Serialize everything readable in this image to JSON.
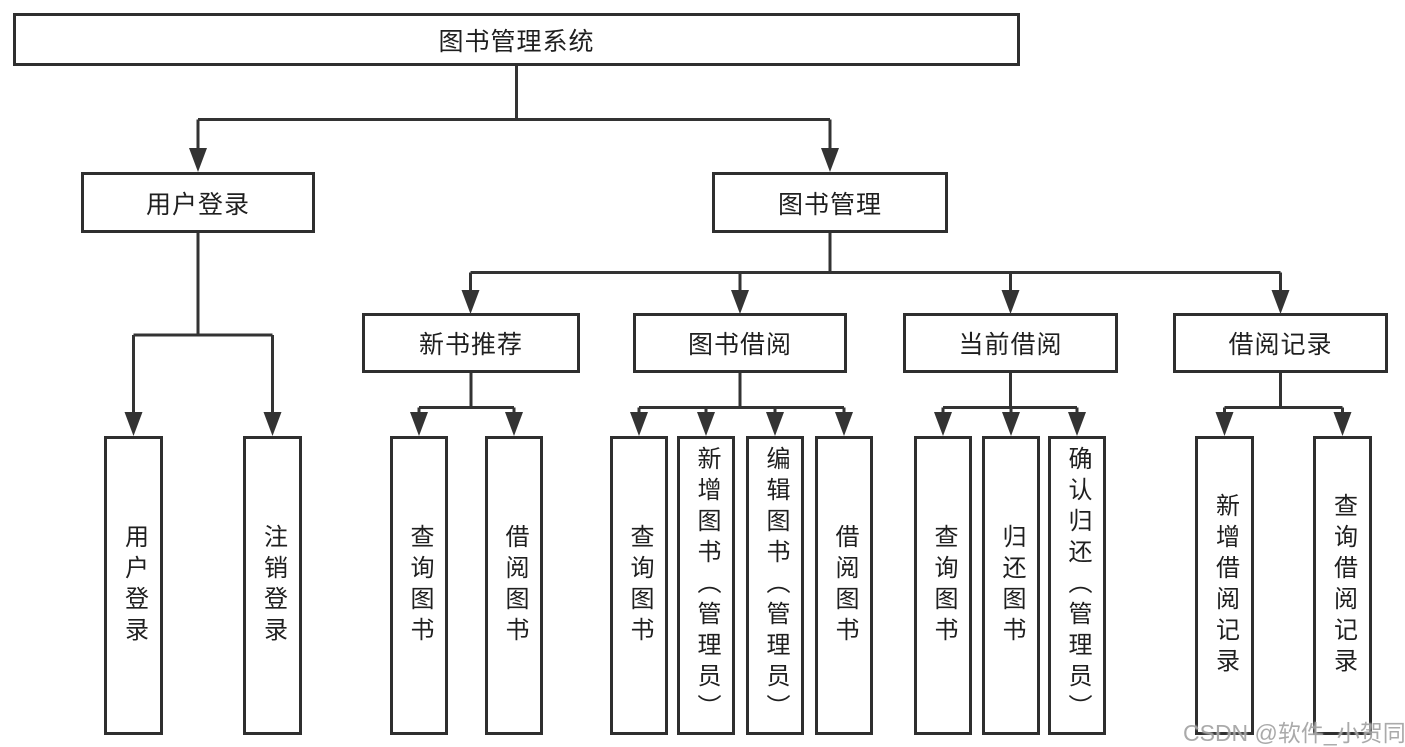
{
  "diagram": {
    "root": {
      "label": "图书管理系统"
    },
    "branches": [
      {
        "label": "用户登录",
        "children": [
          {
            "label": "用户登录"
          },
          {
            "label": "注销登录"
          }
        ]
      },
      {
        "label": "图书管理",
        "groups": [
          {
            "label": "新书推荐",
            "children": [
              {
                "label": "查询图书"
              },
              {
                "label": "借阅图书"
              }
            ]
          },
          {
            "label": "图书借阅",
            "children": [
              {
                "label": "查询图书"
              },
              {
                "label": "新增图书（管理员）"
              },
              {
                "label": "编辑图书（管理员）"
              },
              {
                "label": "借阅图书"
              }
            ]
          },
          {
            "label": "当前借阅",
            "children": [
              {
                "label": "查询图书"
              },
              {
                "label": "归还图书"
              },
              {
                "label": "确认归还（管理员）"
              }
            ]
          },
          {
            "label": "借阅记录",
            "children": [
              {
                "label": "新增借阅记录"
              },
              {
                "label": "查询借阅记录"
              }
            ]
          }
        ]
      }
    ],
    "watermark": "CSDN @软件_小贺同学",
    "colors": {
      "line": "#333333",
      "box_border": "#2f2f2f",
      "text": "#1f1f1f",
      "watermark": "#9b9b9b",
      "background": "#ffffff"
    }
  }
}
